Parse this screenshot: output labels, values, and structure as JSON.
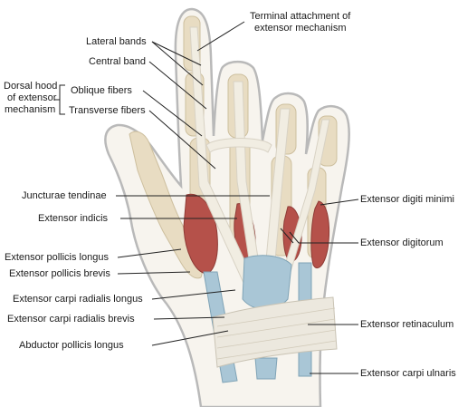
{
  "labels": {
    "terminal_attachment_line1": "Terminal attachment of",
    "terminal_attachment_line2": "extensor mechanism",
    "lateral_bands": "Lateral bands",
    "central_band": "Central band",
    "dorsal_hood_line1": "Dorsal hood",
    "dorsal_hood_line2": "of extensor",
    "dorsal_hood_line3": "mechanism",
    "oblique_fibers": "Oblique fibers",
    "transverse_fibers": "Transverse fibers",
    "juncturae_tendinae": "Juncturae tendinae",
    "extensor_indicis": "Extensor indicis",
    "extensor_pollicis_longus": "Extensor pollicis longus",
    "extensor_pollicis_brevis": "Extensor pollicis brevis",
    "extensor_carpi_radialis_longus": "Extensor carpi radialis longus",
    "extensor_carpi_radialis_brevis": "Extensor carpi radialis brevis",
    "abductor_pollicis_longus": "Abductor pollicis longus",
    "extensor_digiti_minimi": "Extensor digiti minimi",
    "extensor_digitorum": "Extensor digitorum",
    "extensor_retinaculum": "Extensor retinaculum",
    "extensor_carpi_ulnaris": "Extensor carpi ulnaris"
  },
  "colors": {
    "skin_outline": "#b9b9b9",
    "bone": "#e8dcc2",
    "bone_shadow": "#cdbf9e",
    "tendon": "#f1ede2",
    "muscle": "#b5514a",
    "muscle_dark": "#8e3a35",
    "sheath": "#a9c6d6",
    "retinaculum": "#ece8de",
    "leader": "#222222"
  }
}
